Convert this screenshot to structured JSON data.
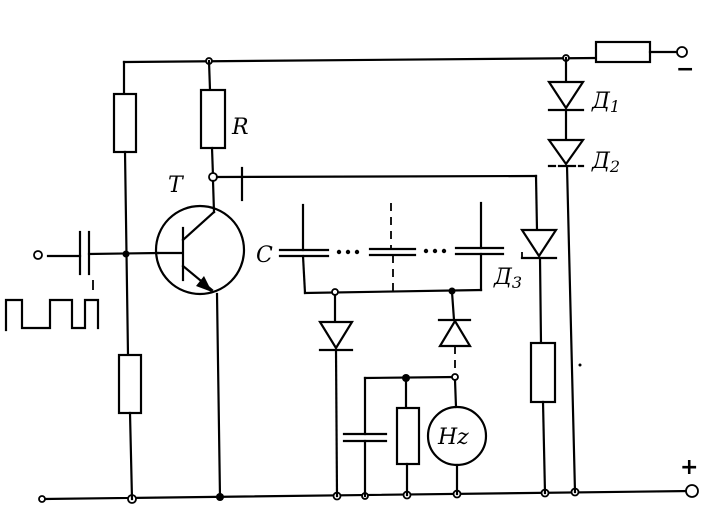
{
  "diagram": {
    "type": "circuit-schematic",
    "labels": {
      "transistor": "T",
      "collector_resistor": "R",
      "capacitor_bank": "C",
      "diode1": "Д",
      "diode1_sub": "1",
      "diode2": "Д",
      "diode2_sub": "2",
      "diode3": "Д",
      "diode3_sub": "3",
      "meter": "Hz",
      "terminal_negative": "−",
      "terminal_positive": "+"
    },
    "components": [
      {
        "id": "R-bias-top",
        "kind": "resistor"
      },
      {
        "id": "R-bias-bottom",
        "kind": "resistor"
      },
      {
        "id": "C-input",
        "kind": "capacitor"
      },
      {
        "id": "T",
        "kind": "npn-transistor"
      },
      {
        "id": "R",
        "kind": "resistor"
      },
      {
        "id": "C-bank",
        "kind": "capacitor-array"
      },
      {
        "id": "D1",
        "kind": "diode"
      },
      {
        "id": "D2",
        "kind": "diode"
      },
      {
        "id": "D3",
        "kind": "diode"
      },
      {
        "id": "D-left",
        "kind": "diode"
      },
      {
        "id": "D-right",
        "kind": "diode"
      },
      {
        "id": "C-filter",
        "kind": "capacitor"
      },
      {
        "id": "R-load",
        "kind": "resistor"
      },
      {
        "id": "Hz-meter",
        "kind": "frequency-meter"
      },
      {
        "id": "R-D3",
        "kind": "resistor"
      },
      {
        "id": "R-supply",
        "kind": "resistor"
      }
    ],
    "input_signal": "square-wave"
  }
}
